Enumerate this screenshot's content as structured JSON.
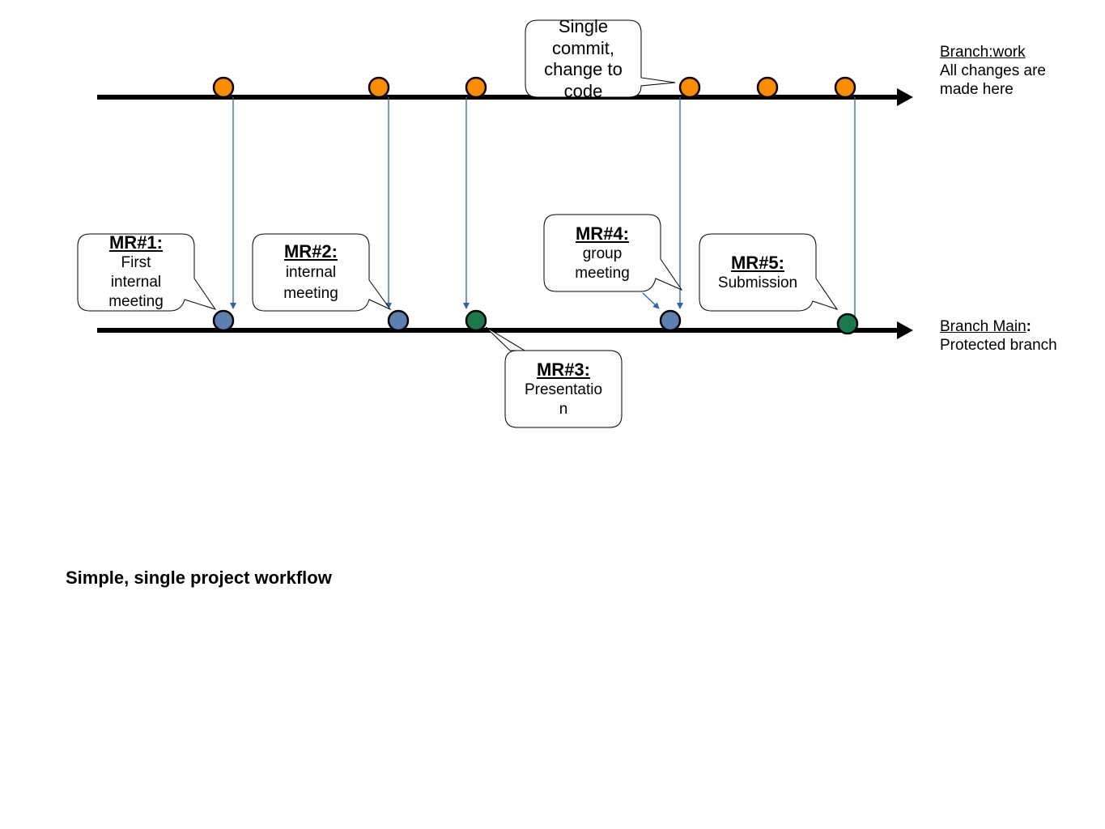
{
  "title": "Simple, single project workflow",
  "colors": {
    "work_commit": "#ff8c00",
    "mr_commit": "#5b80b2",
    "release_commit": "#1a7a4c",
    "arrow": "#2e64a8"
  },
  "branches": {
    "work": {
      "name": "Branch:work",
      "description_line1": "All changes are",
      "description_line2": "made here"
    },
    "main": {
      "name": "Branch Main",
      "colon": ":",
      "description": "Protected branch"
    }
  },
  "callout_commit": {
    "line1": "Single",
    "line2": "commit,",
    "line3": "change to",
    "line4": "code"
  },
  "merge_requests": [
    {
      "title": "MR#1:",
      "line1": "First",
      "line2": "internal",
      "line3": "meeting"
    },
    {
      "title": "MR#2: ",
      "line1": "internal",
      "line2": "meeting"
    },
    {
      "title": "MR#3: ",
      "line1": "Presentatio",
      "line2": "n"
    },
    {
      "title": "MR#4: ",
      "line1": "group",
      "line2": "meeting"
    },
    {
      "title": "MR#5: ",
      "line1": "Submission"
    }
  ]
}
